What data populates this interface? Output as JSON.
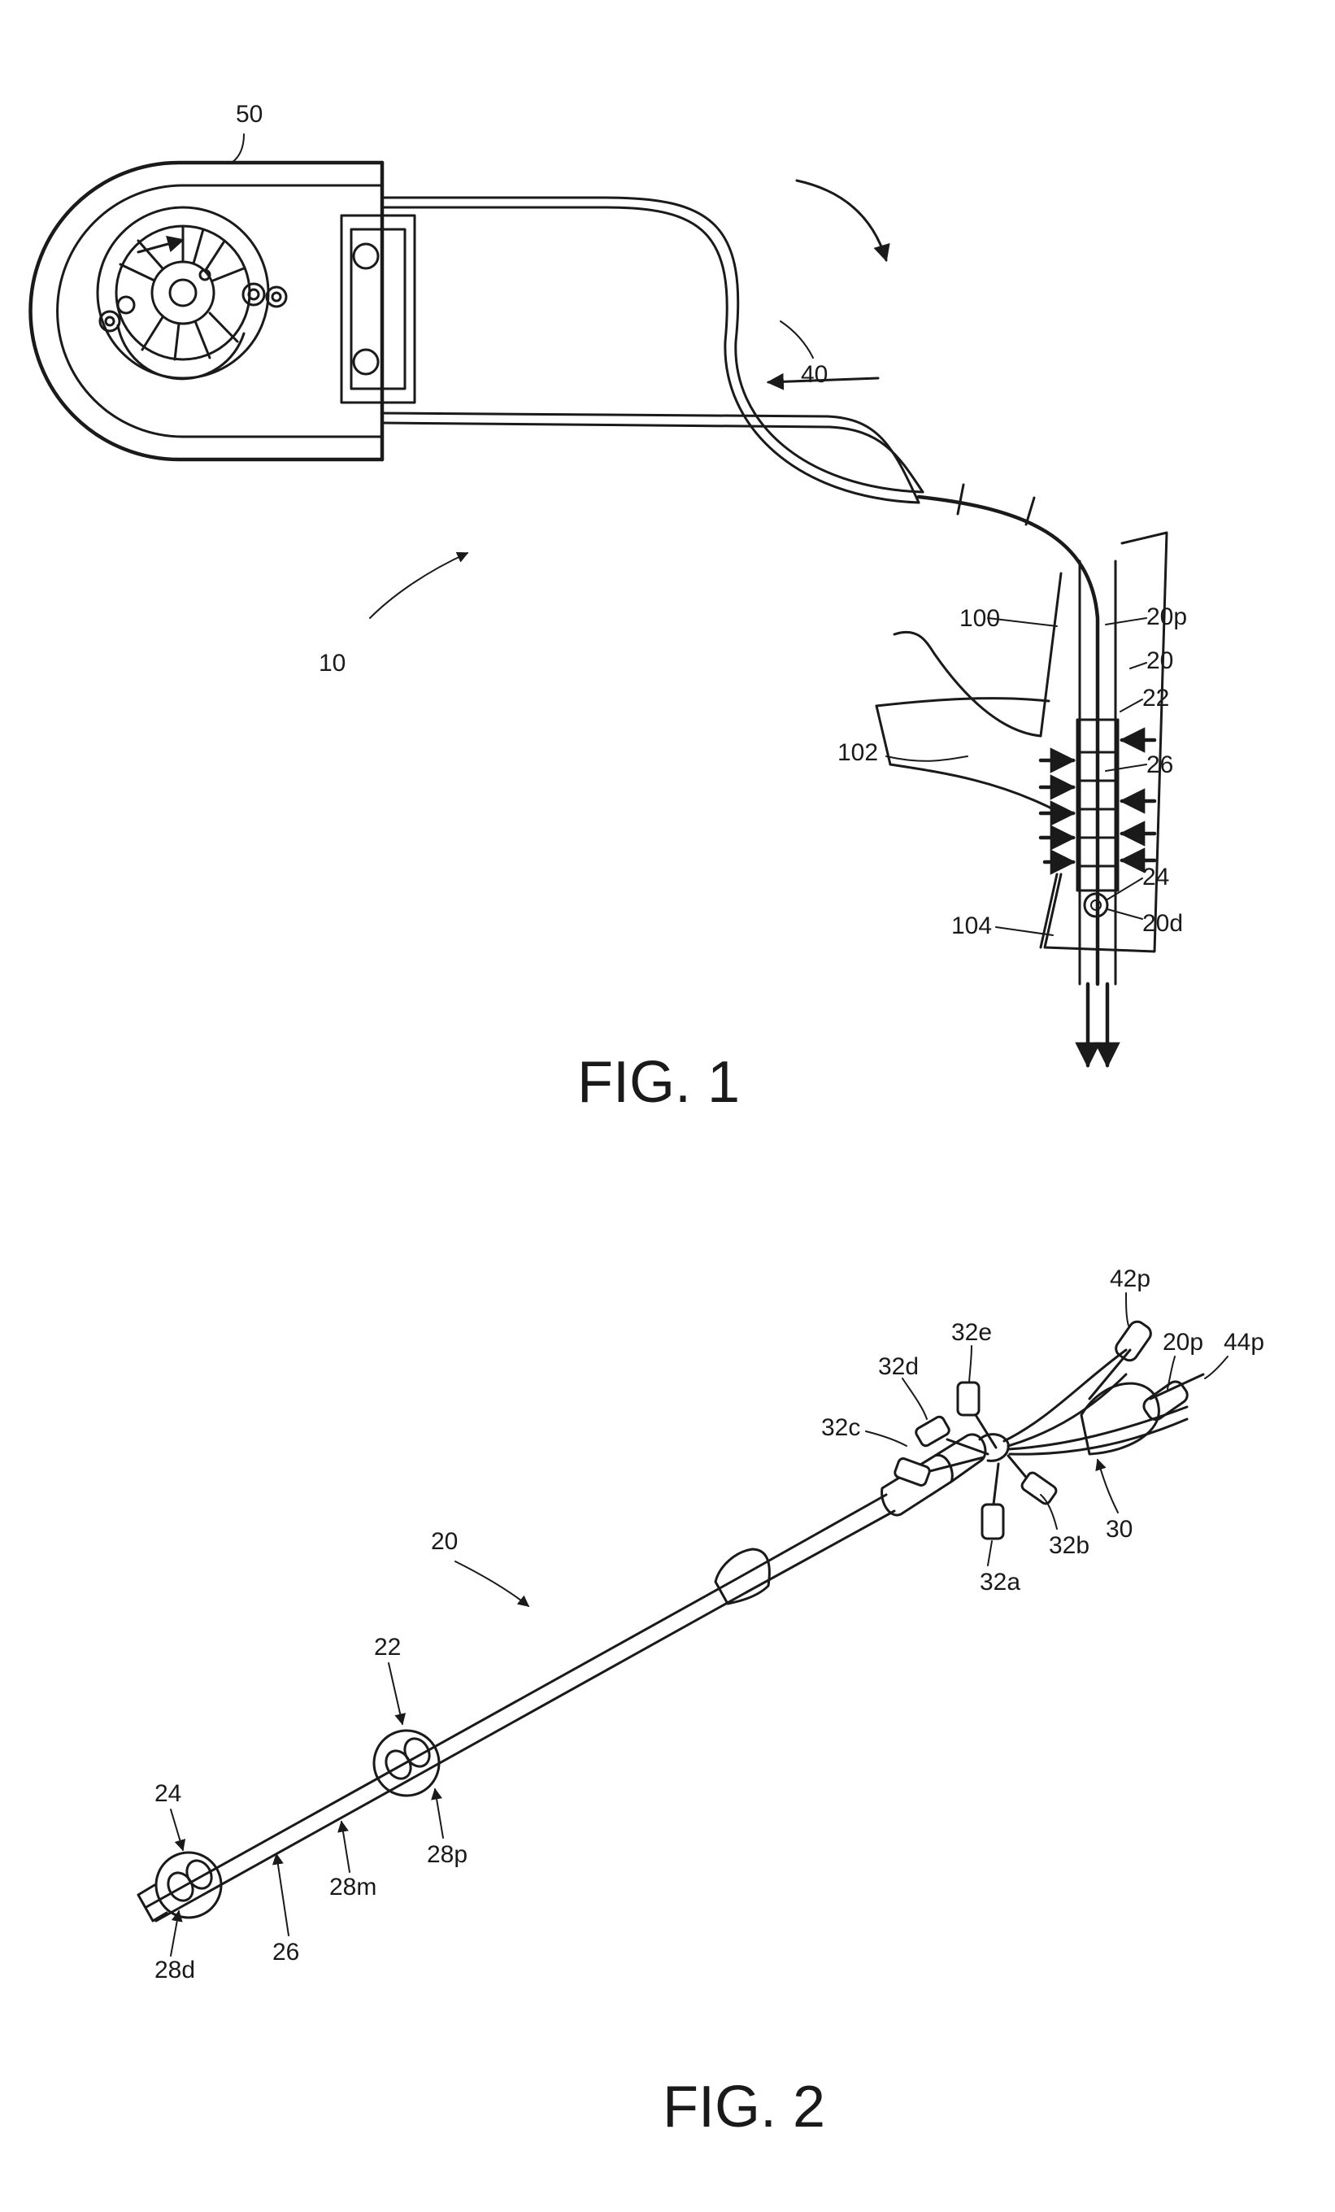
{
  "figure1": {
    "caption": "FIG. 1",
    "labels": {
      "console": "50",
      "system": "10",
      "tubing": "40",
      "catheter_proximal": "20p",
      "catheter": "20",
      "proximal_occluder": "22",
      "filter_section": "26",
      "distal_occluder": "24",
      "catheter_distal": "20d",
      "vessel_upper": "100",
      "vessel_branch": "102",
      "vessel_lower": "104"
    }
  },
  "figure2": {
    "caption": "FIG. 2",
    "labels": {
      "catheter": "20",
      "proximal_occluder": "22",
      "distal_occluder": "24",
      "middle_section": "26",
      "distal_port": "28d",
      "middle_port": "28m",
      "proximal_port": "28p",
      "hub": "30",
      "port_a": "32a",
      "port_b": "32b",
      "port_c": "32c",
      "port_d": "32d",
      "port_e": "32e",
      "line_42p": "42p",
      "line_20p": "20p",
      "line_44p": "44p"
    }
  }
}
